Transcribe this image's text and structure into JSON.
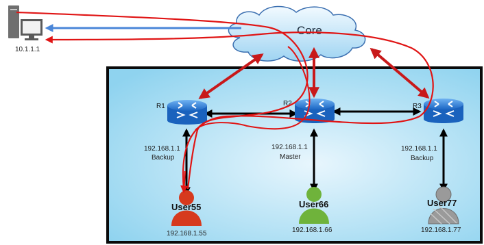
{
  "host": {
    "icon": "pc-icon",
    "ip": "10.1.1.1"
  },
  "cloud": {
    "icon": "cloud-icon",
    "label": "Core"
  },
  "routers": [
    {
      "name": "R1",
      "ip": "192.168.1.1",
      "role": "Backup"
    },
    {
      "name": "R2",
      "ip": "192.168.1.1",
      "role": "Master"
    },
    {
      "name": "R3",
      "ip": "192.168.1.1",
      "role": "Backup"
    }
  ],
  "users": [
    {
      "name": "User55",
      "ip": "192.168.1.55",
      "color": "#d63a1e",
      "icon": "user-icon"
    },
    {
      "name": "User66",
      "ip": "192.168.1.66",
      "color": "#6fb33b",
      "icon": "user-icon"
    },
    {
      "name": "User77",
      "ip": "192.168.1.77",
      "color": "#9a9a9a",
      "icon": "user-icon"
    }
  ],
  "colors": {
    "lan_border": "#0a0a0a",
    "lan_fill": "#a7dcf2",
    "router_blue": "#1c73d0",
    "link_red": "#c8191a",
    "link_black": "#000000",
    "path_red": "#e01515",
    "path_blue": "#4a86d8"
  }
}
